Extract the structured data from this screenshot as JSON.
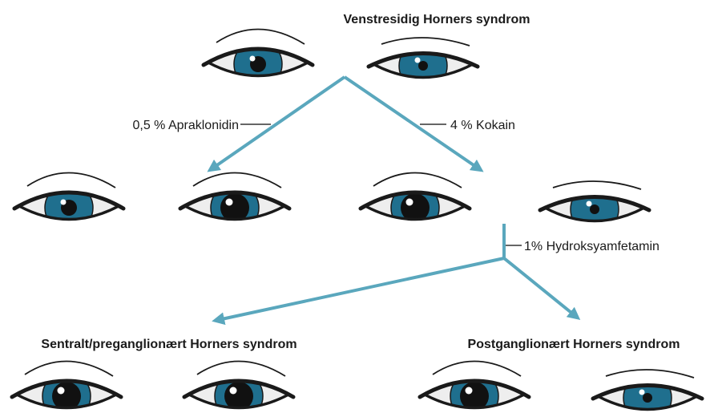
{
  "title": "Venstresidig Horners syndrom",
  "branches": {
    "apraclonidine": "0,5 % Apraklonidin",
    "cocaine": "4 % Kokain",
    "hydroxyamphetamine": "1% Hydroksyamfetamin"
  },
  "outcomes": {
    "central": "Sentralt/preganglionært Horners syndrom",
    "postganglionic": "Postganglionært Horners syndrom"
  },
  "colors": {
    "iris": "#1f6f8e",
    "arrow": "#5aa7bd",
    "outline": "#1a1a1a",
    "sclera": "#eeeeee"
  },
  "eye_states": [
    {
      "id": "baseline-right",
      "pupil": "small",
      "ptosis": false
    },
    {
      "id": "baseline-left",
      "pupil": "miotic",
      "ptosis": true
    },
    {
      "id": "apraclonidine-right",
      "pupil": "small",
      "ptosis": false
    },
    {
      "id": "apraclonidine-left",
      "pupil": "dilated",
      "ptosis": false
    },
    {
      "id": "cocaine-right",
      "pupil": "dilated",
      "ptosis": false
    },
    {
      "id": "cocaine-left",
      "pupil": "miotic",
      "ptosis": true
    },
    {
      "id": "central-right",
      "pupil": "dilated",
      "ptosis": false
    },
    {
      "id": "central-left",
      "pupil": "dilated",
      "ptosis": false
    },
    {
      "id": "postganglionic-right",
      "pupil": "dilated",
      "ptosis": false
    },
    {
      "id": "postganglionic-left",
      "pupil": "miotic",
      "ptosis": true
    }
  ]
}
